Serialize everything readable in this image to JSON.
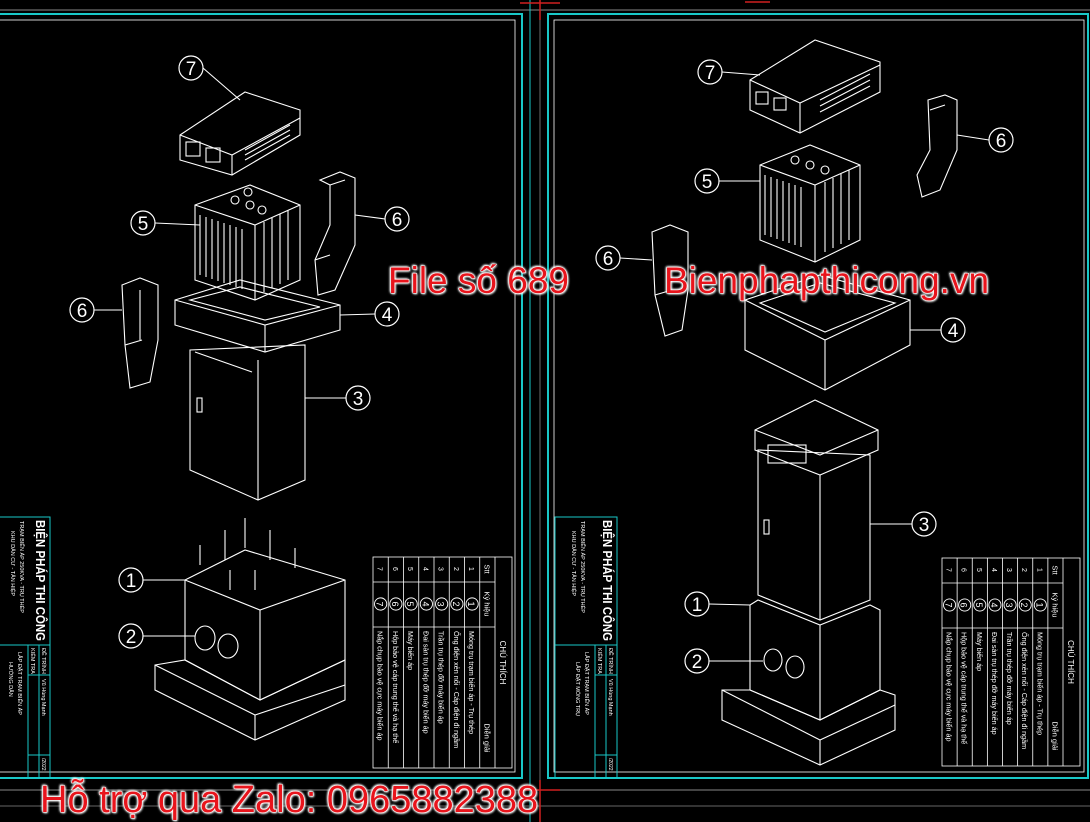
{
  "watermarks": {
    "file": "File số 689",
    "site": "Bienphapthicong.vn",
    "zalo": "Hỗ trợ qua Zalo: 0965882388"
  },
  "callouts": {
    "left": [
      "7",
      "5",
      "6",
      "6",
      "4",
      "3",
      "1",
      "2"
    ],
    "right": [
      "7",
      "6",
      "5",
      "6",
      "4",
      "3",
      "1",
      "2"
    ]
  },
  "legend_table": {
    "title": "CHÚ THÍCH",
    "headers": [
      "Stt",
      "Ký hiệu",
      "Diễn giải"
    ],
    "rows": [
      {
        "stt": "1",
        "symbol": "1",
        "desc": "Móng trụ trạm biến áp - Trụ thép"
      },
      {
        "stt": "2",
        "symbol": "2",
        "desc": "Ống điện xẻn nổi - Cáp điện đi ngầm"
      },
      {
        "stt": "3",
        "symbol": "3",
        "desc": "Trần trụ thép đỡ máy biến áp"
      },
      {
        "stt": "4",
        "symbol": "4",
        "desc": "Đai sàn trụ thép đỡ máy biến áp"
      },
      {
        "stt": "5",
        "symbol": "5",
        "desc": "Máy biến áp"
      },
      {
        "stt": "6",
        "symbol": "6",
        "desc": "Hộp bảo vệ cáp trung thế và hạ thế"
      },
      {
        "stt": "7",
        "symbol": "7",
        "desc": "Nắp chụp bảo vệ cực máy biến áp"
      }
    ]
  },
  "title_block": {
    "company": "BIỆN PHÁP THI CÔNG",
    "project_line1": "TRẠM BIẾN ÁP 250KVA - TRỤ THÉP",
    "project_line2": "KHU DÂN CƯ - TÂN HIỆP",
    "submitted_label": "ĐỀ TRÌNH",
    "checked_label": "KIỂM TRA",
    "submitter": "Vũ Hùng Mạnh",
    "left_drawing_title": "LẮP ĐẶT TRẠM BIẾN ÁP",
    "left_drawing_sub": "HƯỚNG DẪN",
    "right_drawing_title": "LẮP ĐẶT TRẠM BIẾN ÁP",
    "right_drawing_sub": "LẮP ĐẶT MÓNG TRỤ",
    "date": "/2022"
  },
  "colors": {
    "frame": "#19c8c8",
    "line": "#ffffff",
    "watermark": "#e8141c",
    "background": "#000000"
  }
}
